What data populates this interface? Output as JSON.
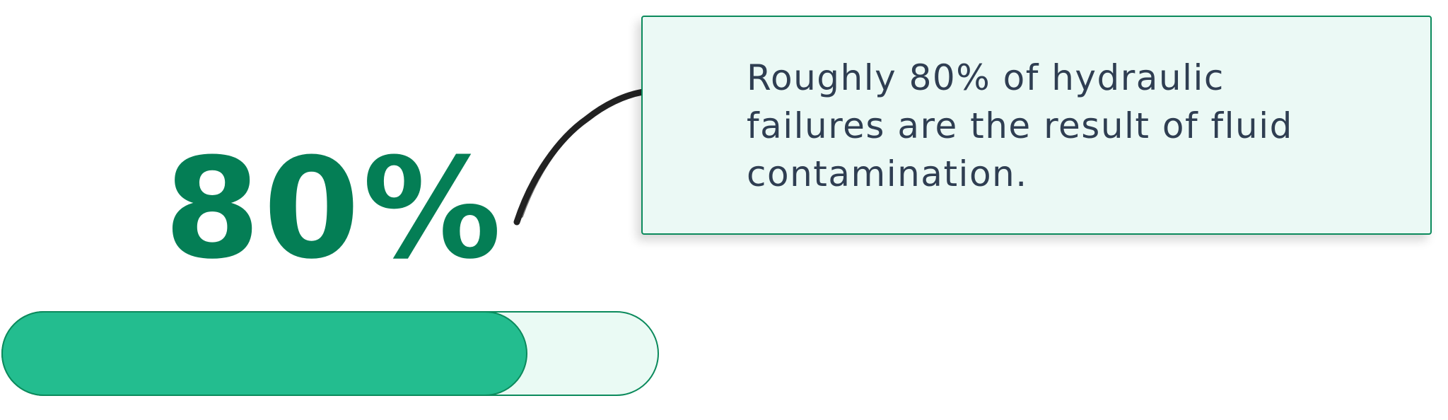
{
  "stat": {
    "value_text": "80%",
    "progress_percent": 80
  },
  "callout": {
    "text": "Roughly 80% of hydraulic failures are the result of fluid contamination."
  },
  "colors": {
    "stat_text": "#047e55",
    "progress_fill": "#23bd8f",
    "progress_track": "#eafaf4",
    "border": "#0b8a5c",
    "callout_background": "#ebf9f5",
    "callout_text": "#2f3e52",
    "arrow": "#222222"
  },
  "icons": {
    "arrow": "hand-drawn-curved-arrow-icon"
  }
}
